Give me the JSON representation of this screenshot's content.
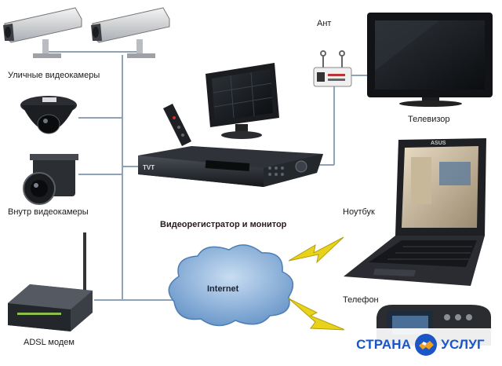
{
  "labels": {
    "street_cameras": "Уличные видеокамеры",
    "indoor_cameras": "Внутр видеокамеры",
    "adsl_modem": "ADSL модем",
    "antenna": "Ант",
    "tv": "Телевизор",
    "laptop": "Ноутбук",
    "phone": "Телефон",
    "dvr_monitor": "Видеорегистратор и монитор",
    "internet": "Internet"
  },
  "devices": {
    "laptop_brand": "ASUS",
    "dvr_brand": "TVT"
  },
  "watermark": {
    "left_word": "СТРАНА",
    "right_word": "УСЛУГ"
  },
  "colors": {
    "line": "#8fa3b8",
    "lightning": "#e8d21a",
    "cloud": "#7aa7d6",
    "watermark_text": "#1a56c8",
    "watermark_logo": "#f0a020"
  }
}
